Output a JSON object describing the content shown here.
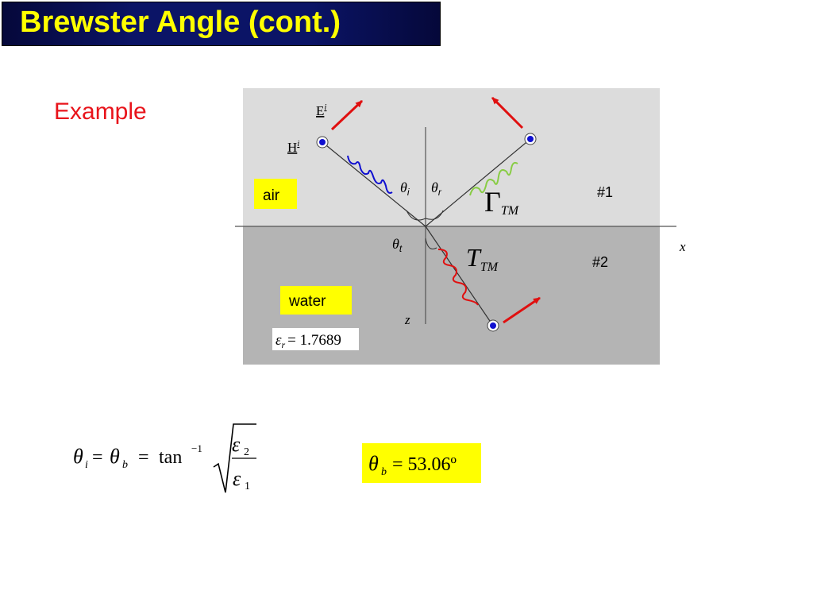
{
  "slide": {
    "title": "Brewster Angle (cont.)",
    "subtitle": "Example"
  },
  "diagram": {
    "label_air": "air",
    "label_water": "water",
    "region1": "#1",
    "region2": "#2",
    "axis_x": "x",
    "axis_z": "z",
    "E_main": "E",
    "E_sup": "i",
    "H_main": "H",
    "H_sup": "i",
    "theta_i_sym": "θ",
    "theta_i_sub": "i",
    "theta_r_sym": "θ",
    "theta_r_sub": "r",
    "theta_t_sym": "θ",
    "theta_t_sub": "t",
    "gamma_sym": "Γ",
    "gamma_sub": "TM",
    "tau_sym": "T",
    "tau_sub": "TM",
    "eps_sym": "ε",
    "eps_sub": "r",
    "eps_eq": "= 1.7689",
    "colors": {
      "upper_region": "#dcdcdc",
      "lower_region": "#b4b4b4",
      "incident_wave": "#1010d0",
      "reflected_wave": "#88cc44",
      "transmitted_wave": "#e01010",
      "e_field_arrow": "#e01010",
      "label_box": "#ffff00"
    }
  },
  "equations": {
    "eq1_theta": "θ",
    "eq1_i": "i",
    "eq1_eq1": "=",
    "eq1_theta2": "θ",
    "eq1_b": "b",
    "eq1_eq2": "=",
    "eq1_tan": "tan",
    "eq1_exp": "−1",
    "eq1_eps": "ε",
    "eq1_two": "2",
    "eq1_one": "1",
    "eq2_theta": "θ",
    "eq2_b": "b",
    "eq2_value": "= 53.06º"
  }
}
